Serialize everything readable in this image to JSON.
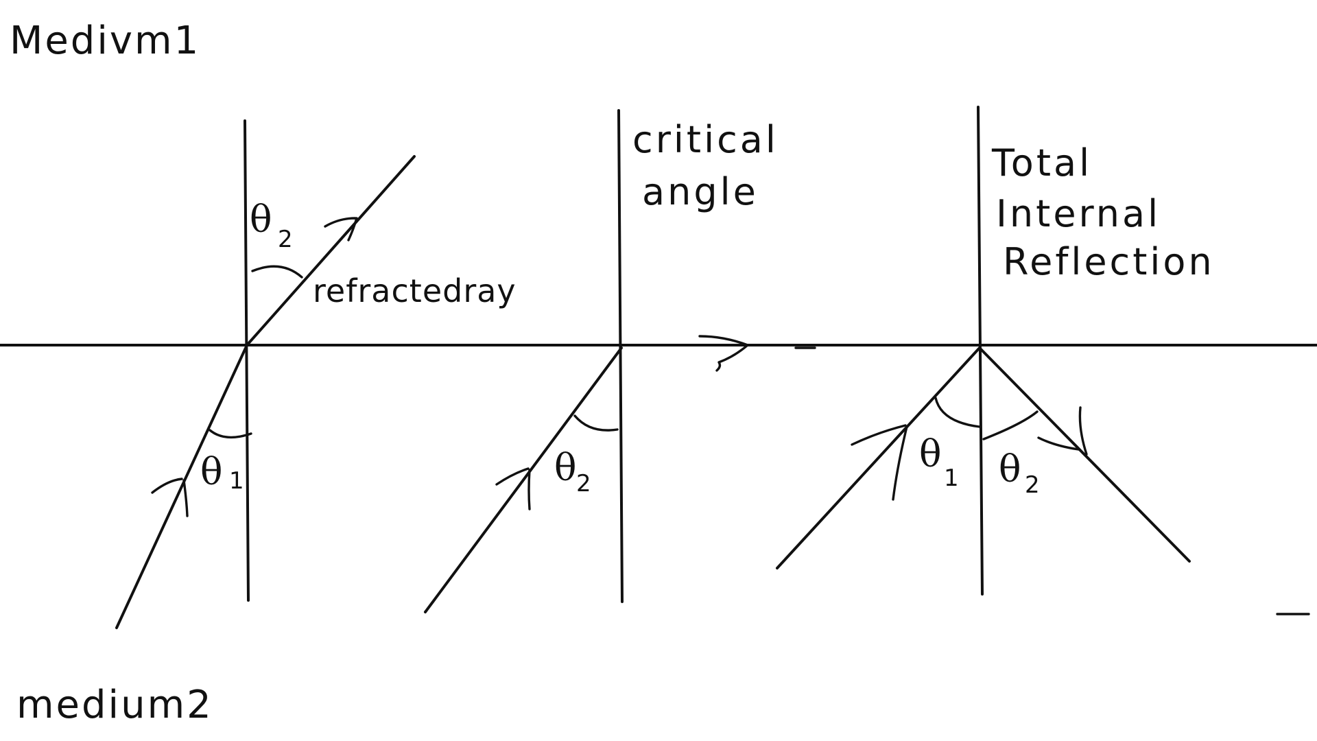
{
  "labels": {
    "medium1": "Medivm1",
    "medium2": "medium2",
    "refracted_ray": "refractedray",
    "critical_line1": "critical",
    "critical_line2": "angle",
    "tir_line1": "Total",
    "tir_line2": "Internal",
    "tir_line3": "Reflection"
  },
  "angles": {
    "theta_symbol": "θ",
    "sub_1": "1",
    "sub_2": "2"
  },
  "colors": {
    "ink": "#111111",
    "background": "#ffffff"
  }
}
